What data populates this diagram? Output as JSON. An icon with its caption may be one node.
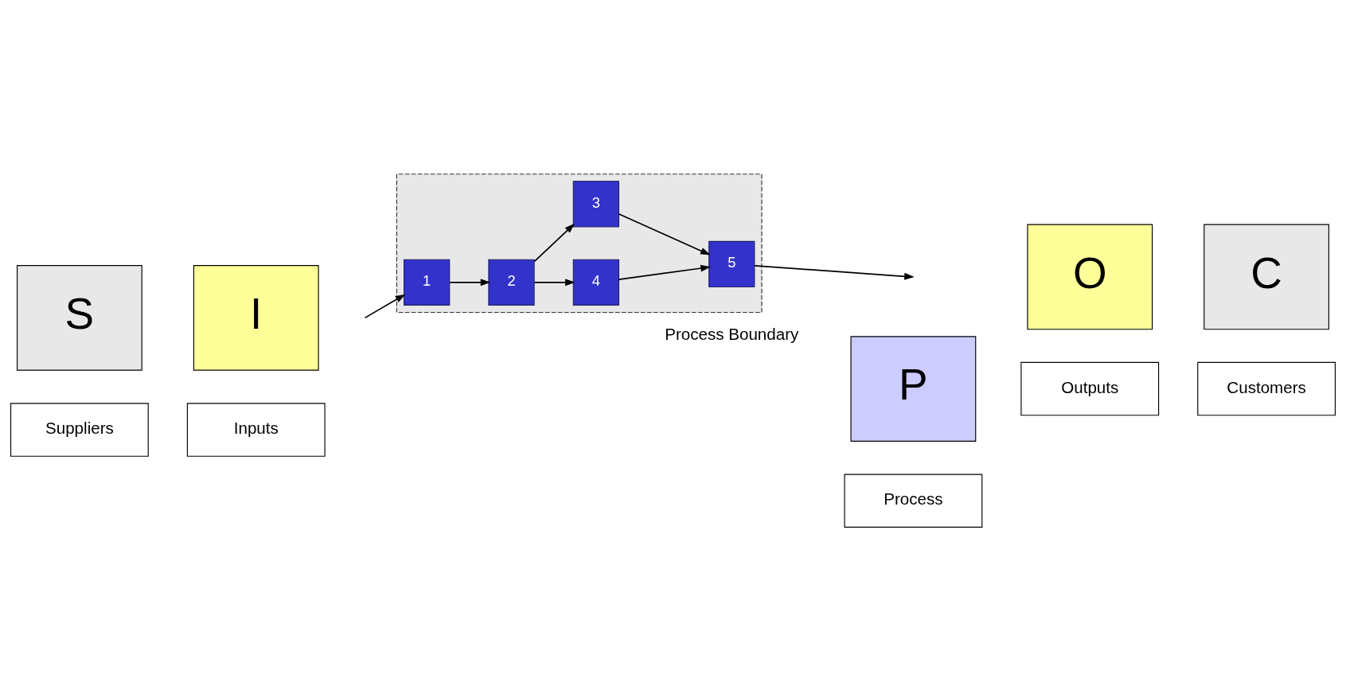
{
  "diagram": {
    "nodes": [
      {
        "text": [
          "S"
        ]
      },
      {
        "text": [
          "Suppliers"
        ]
      },
      {
        "text": [
          "I"
        ]
      },
      {
        "text": [
          "Inputs"
        ]
      },
      {
        "text": [
          "P"
        ]
      },
      {
        "text": [
          "Process"
        ]
      },
      {
        "text": [],
        "shape": "box"
      },
      {
        "text": [
          "1"
        ],
        "in": 6
      },
      {
        "text": [
          "2"
        ],
        "in": 6
      },
      {
        "text": [
          "3"
        ],
        "in": 6
      },
      {
        "text": [
          "4"
        ],
        "in": 6
      },
      {
        "text": [
          "5"
        ],
        "in": 6
      },
      {
        "text": [
          "O"
        ]
      },
      {
        "text": [
          "Outputs"
        ]
      },
      {
        "text": [
          "C"
        ]
      },
      {
        "text": [
          "Customers"
        ]
      }
    ],
    "edges": [
      {
        "from": null,
        "to": 7,
        "arrow": "to"
      },
      {
        "from": 7,
        "to": 8,
        "arrow": "to"
      },
      {
        "from": 8,
        "to": 9,
        "arrow": "to"
      },
      {
        "from": 8,
        "to": 10,
        "arrow": "to"
      },
      {
        "from": 9,
        "to": 11,
        "arrow": "to"
      },
      {
        "from": 10,
        "to": 11,
        "arrow": "to"
      },
      {
        "from": 11,
        "to": null,
        "arrow": "to"
      }
    ],
    "labels": [
      "Process Boundary"
    ]
  }
}
